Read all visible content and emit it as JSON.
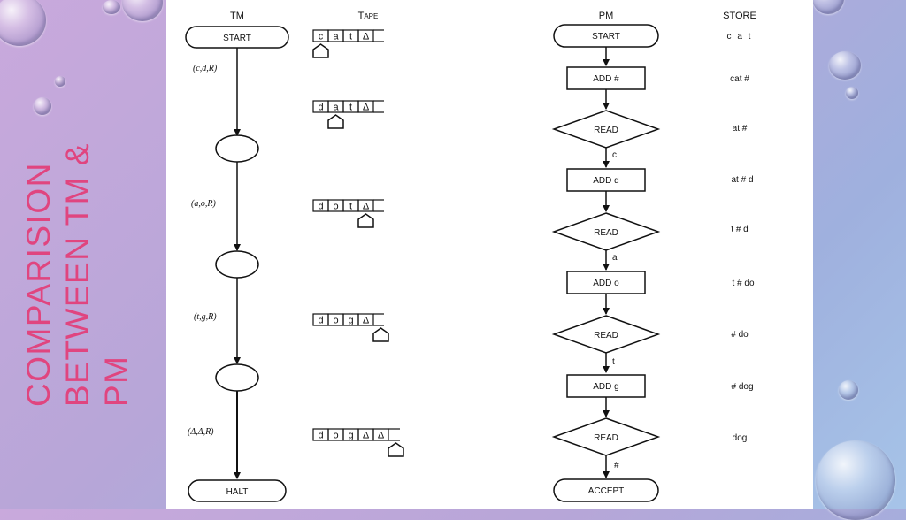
{
  "slide": {
    "title_lines": [
      "COMPARISION",
      "BETWEEN TM &",
      "PM"
    ],
    "colors": {
      "title": "#e0457f",
      "background_start": "#c9a9dc",
      "background_end": "#a6c4e8"
    }
  },
  "tm": {
    "header": "TM",
    "start": "START",
    "halt": "HALT",
    "transitions": [
      "(c,d,R)",
      "(a,o,R)",
      "(t,g,R)",
      "(Δ,Δ,R)"
    ]
  },
  "tape": {
    "header": "Tape",
    "rows": [
      {
        "cells": [
          "c",
          "a",
          "t",
          "Δ"
        ],
        "head": 0
      },
      {
        "cells": [
          "d",
          "a",
          "t",
          "Δ"
        ],
        "head": 1
      },
      {
        "cells": [
          "d",
          "o",
          "t",
          "Δ"
        ],
        "head": 2
      },
      {
        "cells": [
          "d",
          "o",
          "g",
          "Δ"
        ],
        "head": 3
      },
      {
        "cells": [
          "d",
          "o",
          "g",
          "Δ",
          "Δ"
        ],
        "head": 4
      }
    ]
  },
  "pm": {
    "header": "PM",
    "start": "START",
    "accept": "ACCEPT",
    "add_labels": [
      "ADD #",
      "ADD d",
      "ADD o",
      "ADD g"
    ],
    "read_label": "READ",
    "edge_labels": [
      "c",
      "a",
      "t",
      "#"
    ]
  },
  "store": {
    "header": "STORE",
    "values": [
      "c a t",
      "cat #",
      "at #",
      "at # d",
      "t # d",
      "t # do",
      "# do",
      "# dog",
      "dog"
    ]
  }
}
